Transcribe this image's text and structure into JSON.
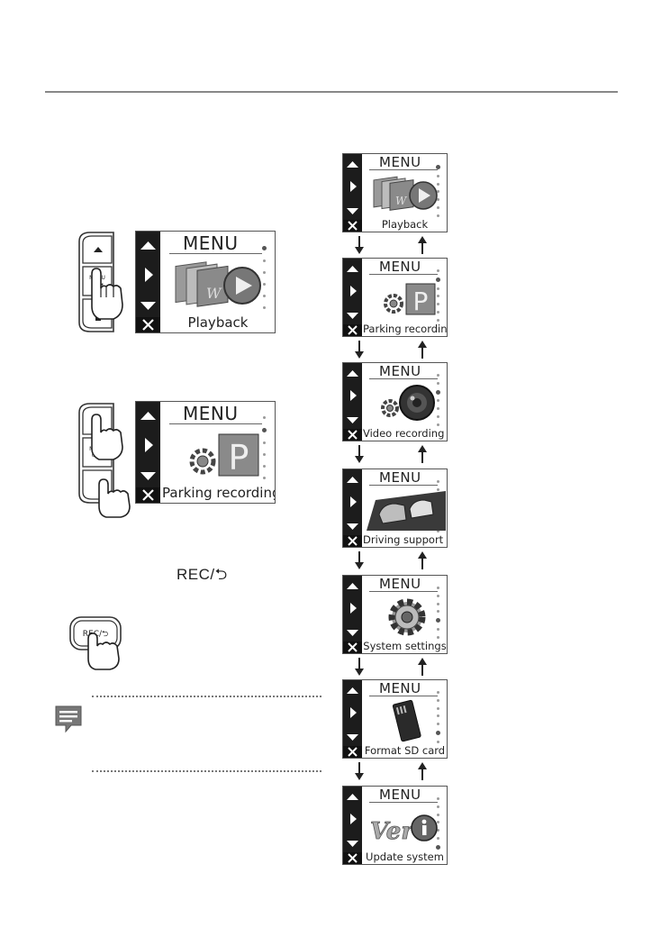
{
  "menu_title": "MENU",
  "rec_label": "REC/",
  "device": {
    "button_menu": "MENU",
    "button_ok": "OK/",
    "button_rec": "REC/"
  },
  "left_screens": [
    {
      "caption": "Playback"
    },
    {
      "caption": "Parking recording se"
    }
  ],
  "flow_screens": [
    {
      "caption": "Playback"
    },
    {
      "caption": "Parking recording se"
    },
    {
      "caption": "Video recording setti"
    },
    {
      "caption": "Driving support sett"
    },
    {
      "caption": "System settings"
    },
    {
      "caption": "Format SD card"
    },
    {
      "caption": "Update system"
    }
  ],
  "icons": {
    "playback": "playback-icon",
    "parking": "parking-icon",
    "video": "video-lens-icon",
    "driving": "driving-support-icon",
    "system": "gear-icon",
    "format": "sd-card-icon",
    "update": "version-info-icon",
    "note": "note-icon"
  }
}
